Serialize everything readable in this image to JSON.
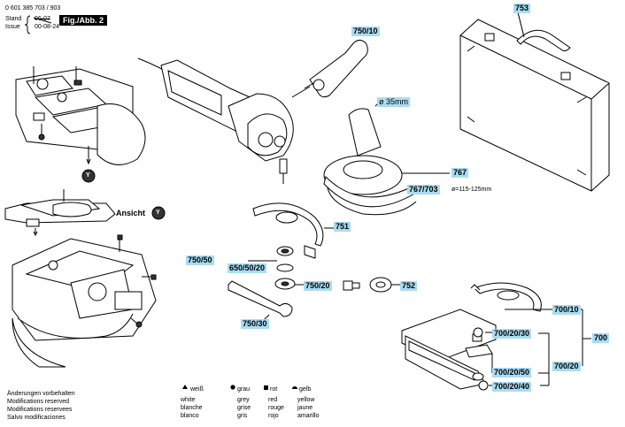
{
  "header": {
    "doc_number": "0 601 385 703 / 903",
    "stand_label": "Stand",
    "issue_label": "Issue",
    "stand_old_date": "06-07",
    "stand_date": "00-08-24",
    "figure_label": "Fig./Abb. 2"
  },
  "inset": {
    "ansicht_label": "Ansicht",
    "view_marker": "Y"
  },
  "callouts": {
    "p750_10": "750/10",
    "p753": "753",
    "dia35": "ø 35mm",
    "p767": "767",
    "p767_703": "767/703",
    "dia_range": "ø=115-125mm",
    "p751": "751",
    "p750_50": "750/50",
    "p650": "650/50/20",
    "p750_20": "750/20",
    "p752": "752",
    "p750_30": "750/30",
    "p700_10": "700/10",
    "p700": "700",
    "p700_20_30": "700/20/30",
    "p700_20": "700/20",
    "p700_20_50": "700/20/50",
    "p700_20_40": "700/20/40"
  },
  "footer": {
    "notes": [
      "Änderungen vorbehalten",
      "Modifications reserved",
      "Modifications reservees",
      "Salvo modificaciones"
    ],
    "legend": [
      {
        "symbol": "▲",
        "lines": [
          "weiß",
          "white",
          "blanche",
          "blanco"
        ]
      },
      {
        "symbol": "●",
        "lines": [
          "grau",
          "grey",
          "grise",
          "gris"
        ]
      },
      {
        "symbol": "■",
        "lines": [
          "rot",
          "red",
          "rouge",
          "rojo"
        ]
      },
      {
        "symbol": "◓",
        "lines": [
          "gelb",
          "yellow",
          "jaune",
          "amarillo"
        ]
      }
    ]
  }
}
